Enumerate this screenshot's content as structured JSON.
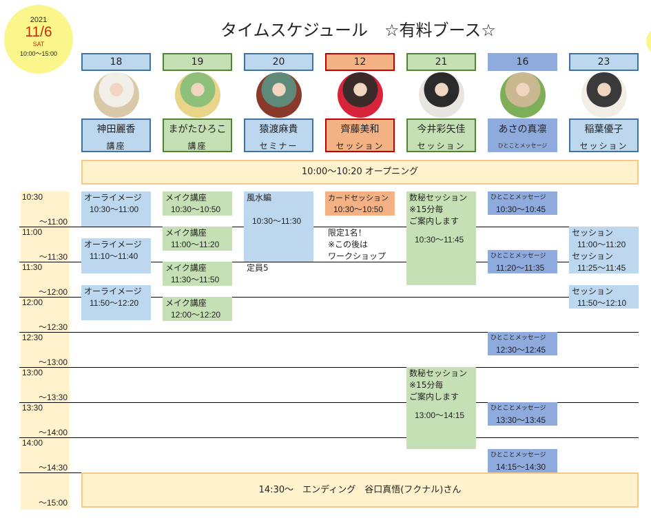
{
  "date": {
    "year": "2021",
    "day": "11/6",
    "weekday": "SAT",
    "hours": "10:00〜15:00"
  },
  "title": "タイムスケジュール　☆有料ブース☆",
  "booths": [
    {
      "number": "18",
      "name": "神田麗香",
      "kind": "講座",
      "color": "blue"
    },
    {
      "number": "19",
      "name": "まがたひろこ",
      "kind": "講座",
      "color": "green"
    },
    {
      "number": "20",
      "name": "猿渡麻貴",
      "kind": "セミナー",
      "color": "blue"
    },
    {
      "number": "12",
      "name": "齊藤美和",
      "kind": "セッション",
      "color": "orange"
    },
    {
      "number": "21",
      "name": "今井彩矢佳",
      "kind": "セッション",
      "color": "green"
    },
    {
      "number": "16",
      "name": "あさの真凛",
      "kind": "ひとことメッセージ",
      "color": "dblue"
    },
    {
      "number": "23",
      "name": "稲葉優子",
      "kind": "セッション",
      "color": "blue"
    }
  ],
  "opening": "10:00〜10:20 オープニング",
  "ending": "14:30〜　エンディング　谷口真悟(フクナル)さん",
  "time_slots": [
    {
      "start": "10:30",
      "end": "〜11:00"
    },
    {
      "start": "11:00",
      "end": "〜11:30"
    },
    {
      "start": "11:30",
      "end": "〜12:00"
    },
    {
      "start": "12:00",
      "end": "〜12:30"
    },
    {
      "start": "12:30",
      "end": "〜13:00"
    },
    {
      "start": "13:00",
      "end": "〜13:30"
    },
    {
      "start": "13:30",
      "end": "〜14:00"
    },
    {
      "start": "14:00",
      "end": "〜14:30"
    },
    {
      "start": "",
      "end": "〜15:00"
    }
  ],
  "events": {
    "c0": [
      {
        "title": "オーライメージ",
        "time": "10:30〜11:00"
      },
      {
        "title": "オーライメージ",
        "time": "11:10〜11:40"
      },
      {
        "title": "オーライメージ",
        "time": "11:50〜12:20"
      }
    ],
    "c1": [
      {
        "title": "メイク講座",
        "time": "10:30〜10:50"
      },
      {
        "title": "メイク講座",
        "time": "11:00〜11:20"
      },
      {
        "title": "メイク講座",
        "time": "11:30〜11:50"
      },
      {
        "title": "メイク講座",
        "time": "12:00〜12:20"
      }
    ],
    "c2": [
      {
        "title": "風水編",
        "time": "10:30〜11:30",
        "note": "定員5"
      }
    ],
    "c3": [
      {
        "title": "カードセッション",
        "time": "10:30〜10:50",
        "note1": "限定1名！",
        "note2": "※この後は",
        "note3": "ワークショップ"
      }
    ],
    "c4": [
      {
        "title": "数秘セッション",
        "sub1": "※15分毎",
        "sub2": "ご案内します",
        "time": "10:30〜11:45"
      },
      {
        "title": "数秘セッション",
        "sub1": "※15分毎",
        "sub2": "ご案内します",
        "time": "13:00〜14:15"
      }
    ],
    "c5": [
      {
        "title": "ひとことメッセージ",
        "time": "10:30〜10:45"
      },
      {
        "title": "ひとことメッセージ",
        "time": "11:20〜11:35"
      },
      {
        "title": "ひとことメッセージ",
        "time": "12:30〜12:45"
      },
      {
        "title": "ひとことメッセージ",
        "time": "13:30〜13:45"
      },
      {
        "title": "ひとことメッセージ",
        "time": "14:15〜14:30"
      }
    ],
    "c6": [
      {
        "title": "セッション",
        "time": "11:00〜11:20"
      },
      {
        "title": "セッション",
        "time": "11:25〜11:45"
      },
      {
        "title": "セッション",
        "time": "11:50〜12:10"
      }
    ]
  }
}
